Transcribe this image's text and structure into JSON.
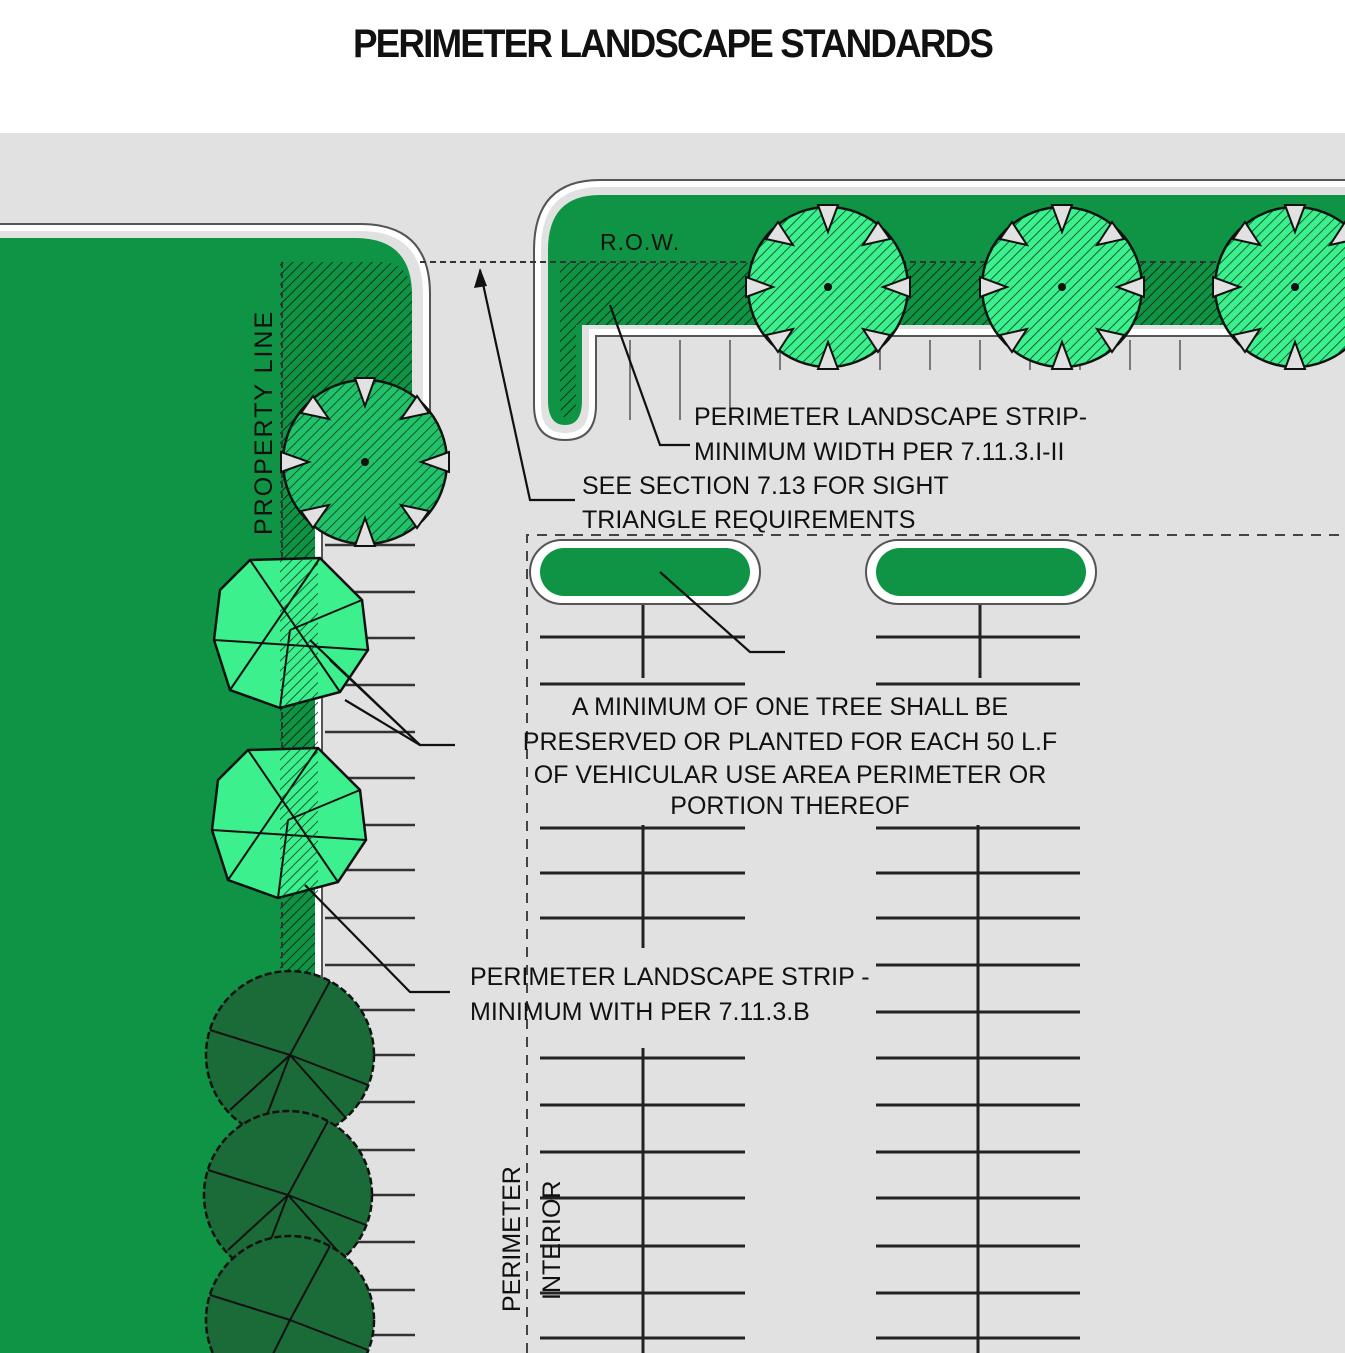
{
  "title": "PERIMETER LANDSCAPE STANDARDS",
  "labels": {
    "row": "R.O.W.",
    "property_line": "PROPERTY LINE",
    "strip_top_1": "PERIMETER LANDSCAPE STRIP-",
    "strip_top_2": "MINIMUM WIDTH PER 7.11.3.I-II",
    "sight_1": "SEE SECTION 7.13 FOR SIGHT",
    "sight_2": "TRIANGLE REQUIREMENTS",
    "tree_1": "A MINIMUM OF ONE TREE SHALL BE",
    "tree_2": "PRESERVED OR PLANTED FOR EACH 50 L.F",
    "tree_3": "OF VEHICULAR USE AREA PERIMETER OR",
    "tree_4": "PORTION THEREOF",
    "strip_left_1": "PERIMETER LANDSCAPE STRIP -",
    "strip_left_2": "MINIMUM WITH PER 7.11.3.B",
    "perimeter": "PERIMETER",
    "interior": "INTERIOR"
  },
  "colors": {
    "lawn": "#0e9444",
    "pavement": "#e1e1e1",
    "light_tree": "#3df08e",
    "mid_tree": "#22c26a",
    "dark_tree": "#1a6b38",
    "ink": "#111111"
  }
}
